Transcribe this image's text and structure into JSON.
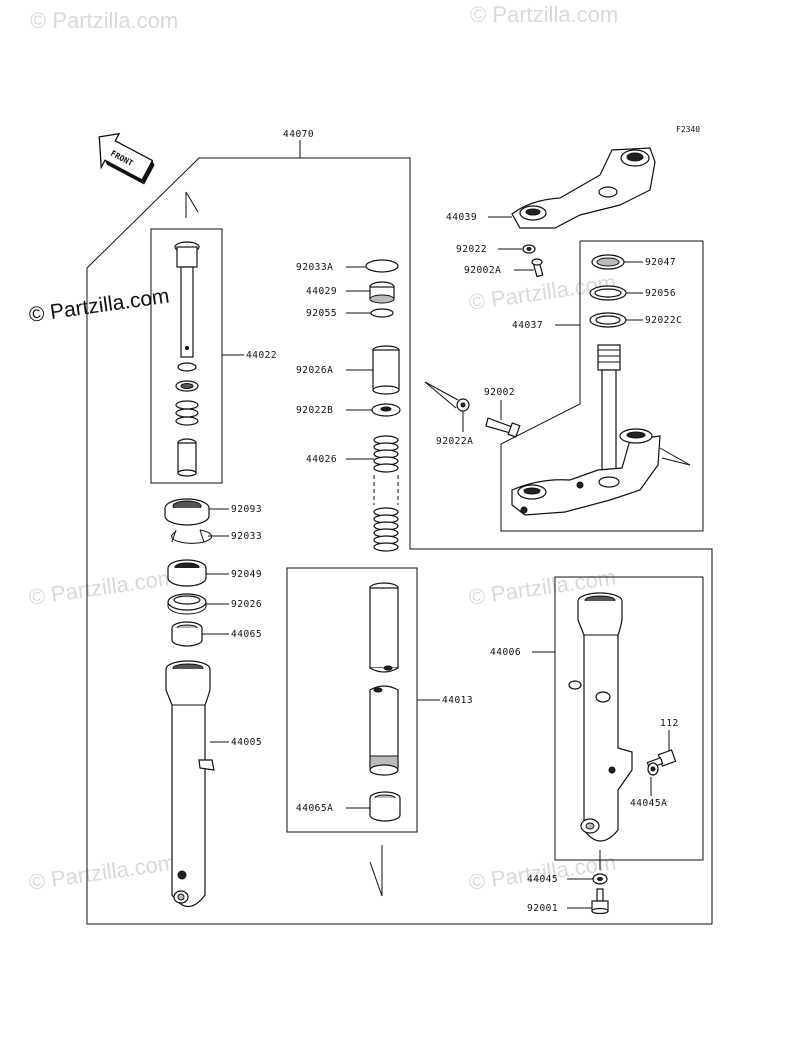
{
  "diagram_code": "F2340",
  "watermarks": {
    "small": "© Partzilla.com",
    "large": "© Partzilla.com"
  },
  "front_arrow_label": "FRONT",
  "labels": {
    "p44070": "44070",
    "p44022": "44022",
    "p92033A": "92033A",
    "p44029": "44029",
    "p92055": "92055",
    "p92026A": "92026A",
    "p92022B": "92022B",
    "p44026": "44026",
    "p92093": "92093",
    "p92033": "92033",
    "p92049": "92049",
    "p92026": "92026",
    "p44065": "44065",
    "p44005": "44005",
    "p44013": "44013",
    "p44065A": "44065A",
    "p44039": "44039",
    "p92022": "92022",
    "p92002A": "92002A",
    "p92047": "92047",
    "p92056": "92056",
    "p44037": "44037",
    "p92022C": "92022C",
    "p92002": "92002",
    "p92022A": "92022A",
    "p44006": "44006",
    "p112": "112",
    "p44045A": "44045A",
    "p44045": "44045",
    "p92001": "92001"
  }
}
